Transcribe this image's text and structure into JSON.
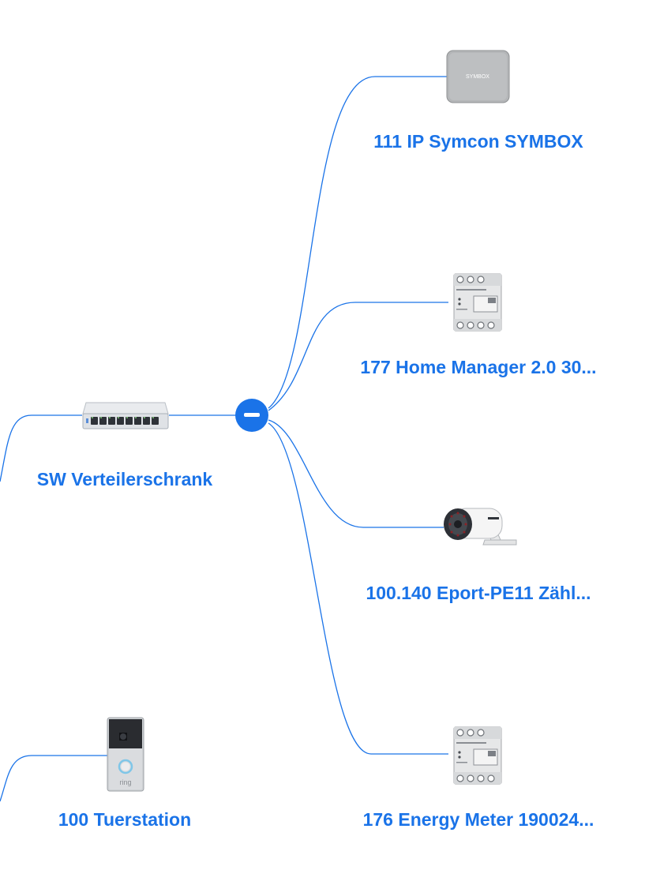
{
  "colors": {
    "accent": "#1a73e8",
    "link_line": "#1a73e8",
    "background": "#ffffff"
  },
  "hub": {
    "label": "SW Verteilerschrank",
    "icon": "network-switch-icon",
    "collapse_icon": "minus-icon"
  },
  "devices": [
    {
      "label": "111 IP Symcon SYMBOX",
      "icon": "symbox-gateway-icon",
      "logo_text": "SYMBOX"
    },
    {
      "label": "177 Home Manager 2.0 30...",
      "icon": "din-rail-meter-icon"
    },
    {
      "label": "100.140 Eport-PE11 Zähl...",
      "icon": "bullet-camera-icon"
    },
    {
      "label": "176 Energy Meter 190024...",
      "icon": "din-rail-meter-icon"
    }
  ],
  "doorbell": {
    "label": "100 Tuerstation",
    "icon": "video-doorbell-icon",
    "brand_text": "ring"
  }
}
